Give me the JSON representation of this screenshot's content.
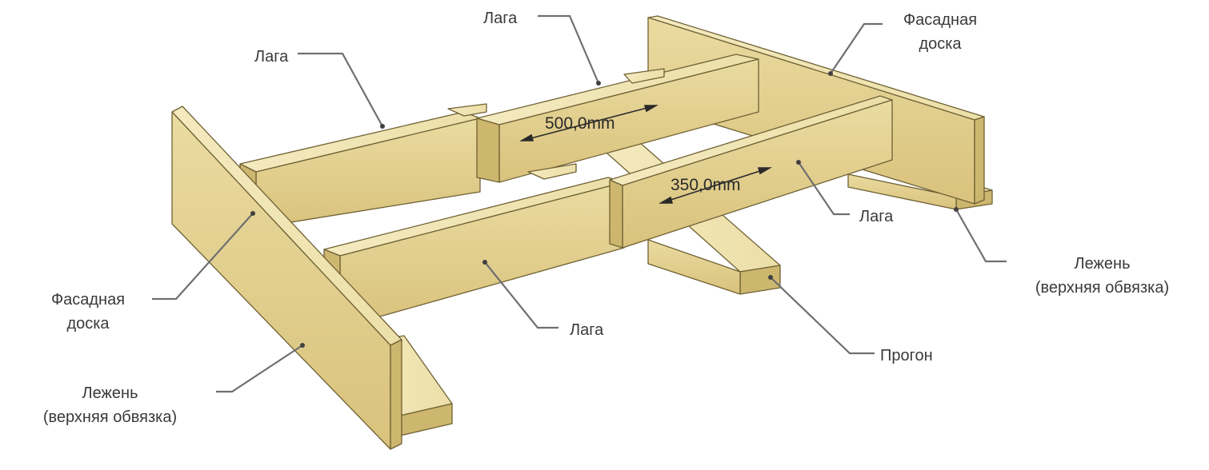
{
  "labels": {
    "joist_top_left": "Лага",
    "joist_top_center": "Лага",
    "joist_right": "Лага",
    "joist_bottom": "Лага",
    "facade_board_right_1": "Фасадная",
    "facade_board_right_2": "доска",
    "facade_board_left_1": "Фасадная",
    "facade_board_left_2": "доска",
    "sill_right_1": "Лежень",
    "sill_right_2": "(верхняя обвязка)",
    "sill_left_1": "Лежень",
    "sill_left_2": "(верхняя обвязка)",
    "purlin": "Прогон"
  },
  "dimensions": {
    "joist_spacing_far": "500,0mm",
    "joist_spacing_near": "350,0mm"
  },
  "colors": {
    "wood_top": "#f2e6b4",
    "wood_face": "#e3d08e",
    "wood_side": "#cdb66e",
    "wood_edge": "#6f6135",
    "leader": "#6f6f6f",
    "label_text": "#3a3a3a"
  }
}
